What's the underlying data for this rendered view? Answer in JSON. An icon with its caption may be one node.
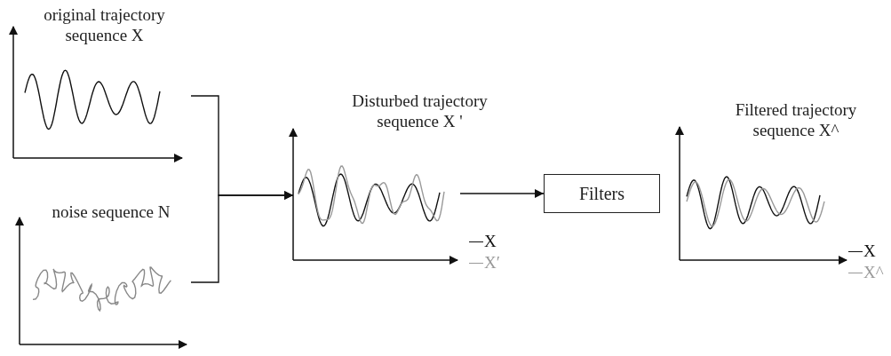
{
  "diagram": {
    "nodes": [
      {
        "text": [
          "original trajectory sequence X"
        ]
      },
      {
        "text": [
          "noise sequence N"
        ]
      },
      {
        "text": [
          "Disturbed trajectory sequence X '",
          "X",
          "X′"
        ]
      },
      {
        "text": [
          "Filters"
        ]
      },
      {
        "text": [
          "Filtered trajectory sequence X^",
          "X",
          "X^"
        ]
      }
    ],
    "edges": [
      {
        "from": 0,
        "to": 2,
        "arrow": "to"
      },
      {
        "from": 1,
        "to": 2,
        "arrow": "to"
      },
      {
        "from": 2,
        "to": 3,
        "arrow": "to"
      }
    ]
  }
}
